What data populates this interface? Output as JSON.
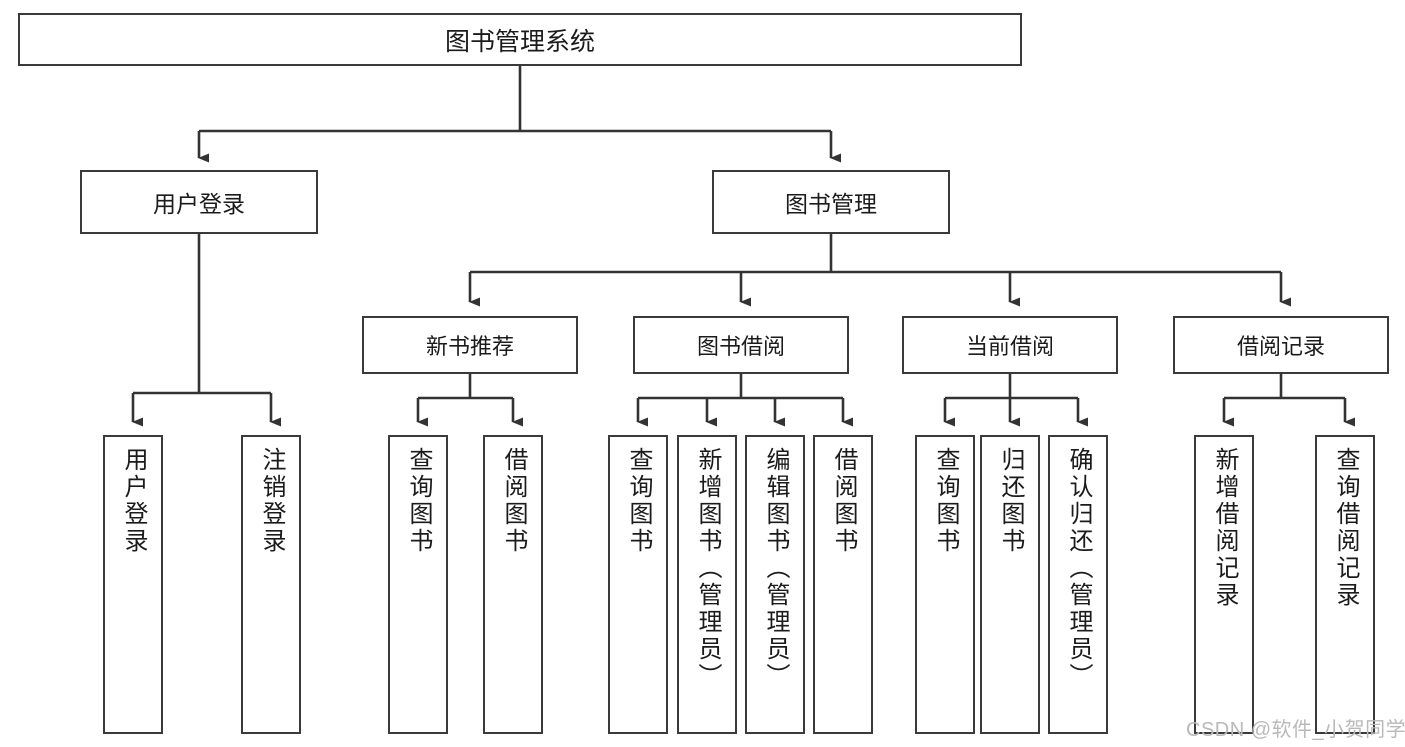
{
  "diagram": {
    "type": "hierarchy-tree",
    "title": "图书管理系统",
    "watermark": "CSDN @软件_小贺同学",
    "colors": {
      "box_border": "#3a3a3a",
      "box_fill": "#ffffff",
      "connector": "#333333",
      "text": "#1b1b1b",
      "watermark": "#b9b9b9"
    },
    "nodes": {
      "root": {
        "label": "图书管理系统",
        "level": 1
      },
      "level2": [
        {
          "id": "user-login",
          "label": "用户登录"
        },
        {
          "id": "book-management",
          "label": "图书管理"
        }
      ],
      "level3": [
        {
          "id": "new-book-recommend",
          "label": "新书推荐",
          "parent": "book-management"
        },
        {
          "id": "book-borrow",
          "label": "图书借阅",
          "parent": "book-management"
        },
        {
          "id": "current-borrow",
          "label": "当前借阅",
          "parent": "book-management"
        },
        {
          "id": "borrow-record",
          "label": "借阅记录",
          "parent": "book-management"
        }
      ],
      "leaves": [
        {
          "id": "leaf-user-login",
          "label": "用户登录",
          "parent": "user-login"
        },
        {
          "id": "leaf-logout-login",
          "label": "注销登录",
          "parent": "user-login"
        },
        {
          "id": "leaf-query-book-1",
          "label": "查询图书",
          "parent": "new-book-recommend"
        },
        {
          "id": "leaf-borrow-book-1",
          "label": "借阅图书",
          "parent": "new-book-recommend"
        },
        {
          "id": "leaf-query-book-2",
          "label": "查询图书",
          "parent": "book-borrow"
        },
        {
          "id": "leaf-add-book",
          "label": "新增图书（管理员）",
          "parent": "book-borrow"
        },
        {
          "id": "leaf-edit-book",
          "label": "编辑图书（管理员）",
          "parent": "book-borrow"
        },
        {
          "id": "leaf-borrow-book-2",
          "label": "借阅图书",
          "parent": "book-borrow"
        },
        {
          "id": "leaf-query-book-3",
          "label": "查询图书",
          "parent": "current-borrow"
        },
        {
          "id": "leaf-return-book",
          "label": "归还图书",
          "parent": "current-borrow"
        },
        {
          "id": "leaf-confirm-return",
          "label": "确认归还（管理员）",
          "parent": "current-borrow"
        },
        {
          "id": "leaf-add-record",
          "label": "新增借阅记录",
          "parent": "borrow-record"
        },
        {
          "id": "leaf-query-record",
          "label": "查询借阅记录",
          "parent": "borrow-record"
        }
      ]
    }
  }
}
